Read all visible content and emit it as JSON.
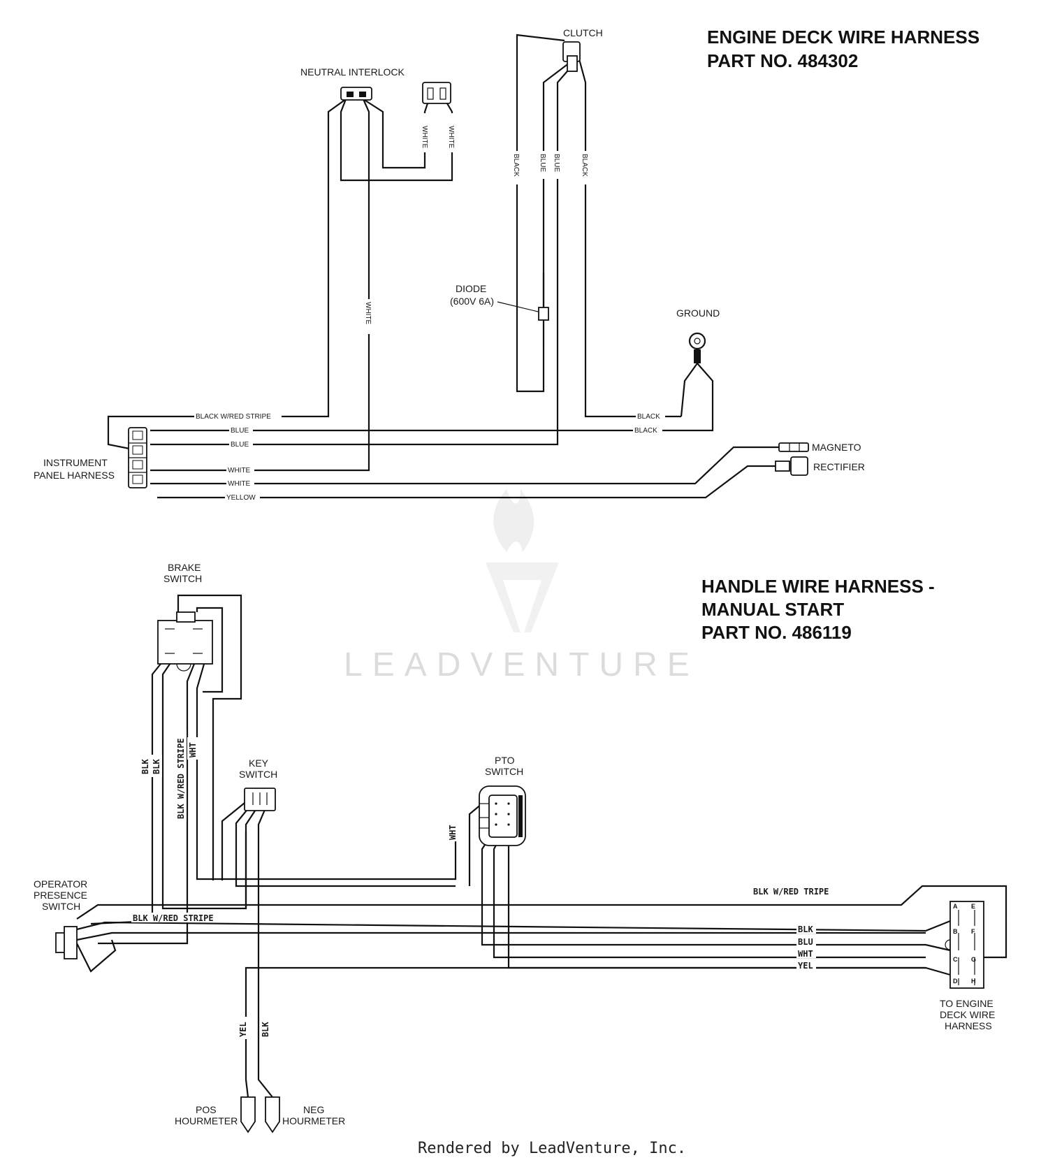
{
  "engine_deck": {
    "title_line1": "ENGINE DECK WIRE HARNESS",
    "title_line2": "PART NO. 484302",
    "components": {
      "clutch": "CLUTCH",
      "neutral_interlock": "NEUTRAL INTERLOCK",
      "diode_line1": "DIODE",
      "diode_line2": "(600V 6A)",
      "ground": "GROUND",
      "instrument_line1": "INSTRUMENT",
      "instrument_line2": "PANEL HARNESS",
      "magneto": "MAGNETO",
      "rectifier": "RECTIFIER"
    },
    "wires": {
      "white": "WHITE",
      "black": "BLACK",
      "blue": "BLUE",
      "black_red_stripe": "BLACK W/RED STRIPE",
      "yellow": "YELLOW"
    }
  },
  "handle": {
    "title_line1": "HANDLE WIRE HARNESS -",
    "title_line2": "MANUAL START",
    "title_line3": "PART NO. 486119",
    "components": {
      "brake_line1": "BRAKE",
      "brake_line2": "SWITCH",
      "key_line1": "KEY",
      "key_line2": "SWITCH",
      "pto_line1": "PTO",
      "pto_line2": "SWITCH",
      "operator_line1": "OPERATOR",
      "operator_line2": "PRESENCE",
      "operator_line3": "SWITCH",
      "to_engine_line1": "TO ENGINE",
      "to_engine_line2": "DECK WIRE",
      "to_engine_line3": "HARNESS",
      "pos_line1": "POS",
      "pos_line2": "HOURMETER",
      "neg_line1": "NEG",
      "neg_line2": "HOURMETER"
    },
    "wires": {
      "blk": "BLK",
      "blk_red_stripe": "BLK W/RED STRIPE",
      "blk_red_tripe": "BLK W/RED  TRIPE",
      "wht": "WHT",
      "blu": "BLU",
      "yel": "YEL"
    },
    "pins": [
      "A",
      "B",
      "C",
      "D",
      "E",
      "F",
      "G",
      "H"
    ]
  },
  "watermark": "LEADVENTURE",
  "footer": "Rendered by LeadVenture, Inc."
}
